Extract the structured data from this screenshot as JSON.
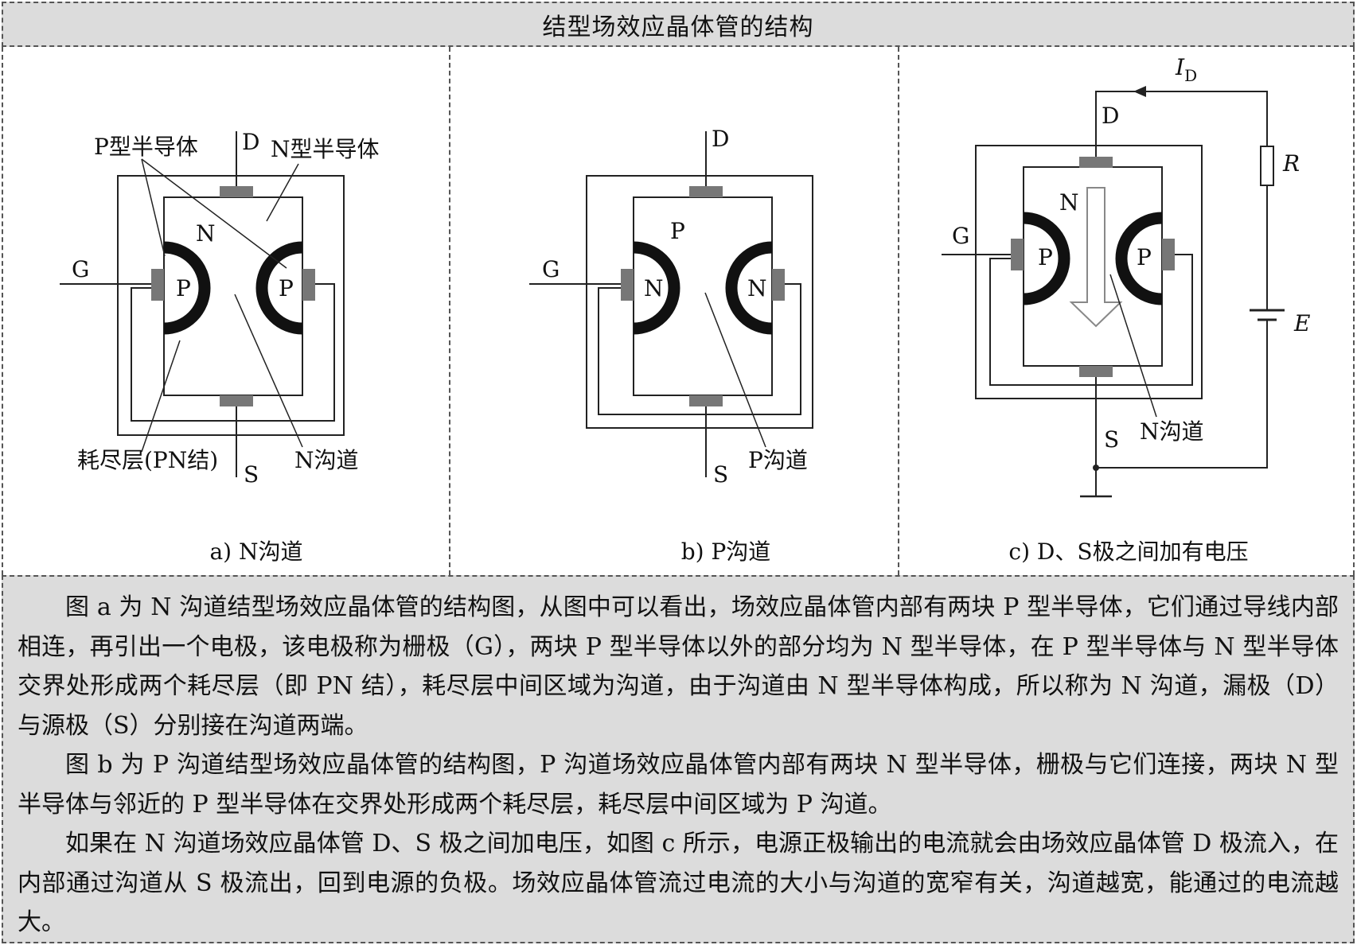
{
  "title": "结型场效应晶体管的结构",
  "panel_a": {
    "caption": "a) N沟道",
    "label_p_semiconductor": "P型半导体",
    "label_n_semiconductor": "N型半导体",
    "label_d": "D",
    "label_g": "G",
    "label_s": "S",
    "label_n_region": "N",
    "label_p_left": "P",
    "label_p_right": "P",
    "label_depletion": "耗尽层(PN结)",
    "label_channel": "N沟道"
  },
  "panel_b": {
    "caption": "b) P沟道",
    "label_d": "D",
    "label_g": "G",
    "label_s": "S",
    "label_p_region": "P",
    "label_n_left": "N",
    "label_n_right": "N",
    "label_channel": "P沟道"
  },
  "panel_c": {
    "caption": "c) D、S极之间加有电压",
    "label_id": "I",
    "label_id_sub": "D",
    "label_d": "D",
    "label_g": "G",
    "label_s": "S",
    "label_n_region": "N",
    "label_p_left": "P",
    "label_p_right": "P",
    "label_r": "R",
    "label_e": "E",
    "label_channel": "N沟道"
  },
  "paragraphs": [
    "图 a 为 N 沟道结型场效应晶体管的结构图，从图中可以看出，场效应晶体管内部有两块 P 型半导体，它们通过导线内部相连，再引出一个电极，该电极称为栅极（G），两块 P 型半导体以外的部分均为 N 型半导体，在 P 型半导体与 N 型半导体交界处形成两个耗尽层（即 PN 结），耗尽层中间区域为沟道，由于沟道由 N 型半导体构成，所以称为 N 沟道，漏极（D）与源极（S）分别接在沟道两端。",
    "图 b 为 P 沟道结型场效应晶体管的结构图，P 沟道场效应晶体管内部有两块 N 型半导体，栅极与它们连接，两块 N 型半导体与邻近的 P 型半导体在交界处形成两个耗尽层，耗尽层中间区域为 P 沟道。",
    "如果在 N 沟道场效应晶体管 D、S 极之间加电压，如图 c 所示，电源正极输出的电流就会由场效应晶体管 D 极流入，在内部通过沟道从 S 极流出，回到电源的负极。场效应晶体管流过电流的大小与沟道的宽窄有关，沟道越宽，能通过的电流越大。"
  ]
}
